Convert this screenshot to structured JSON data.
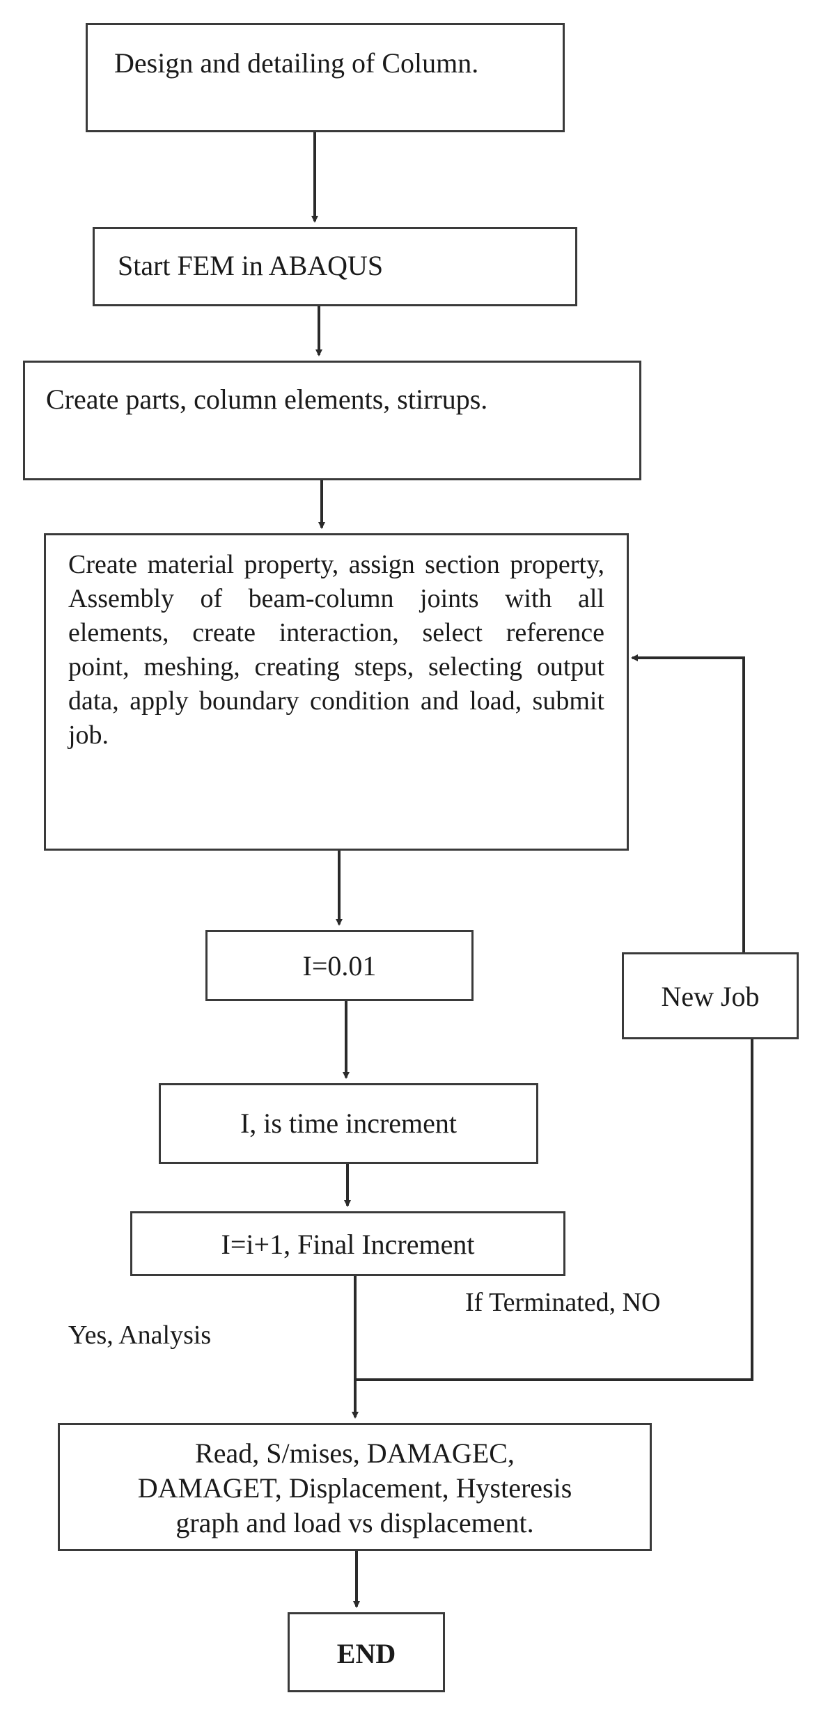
{
  "flowchart": {
    "steps": {
      "design": "Design and detailing of Column.",
      "start_fem": "Start FEM in ABAQUS",
      "create_parts": "Create parts, column elements, stirrups.",
      "material": "Create material property, assign section property, Assembly of beam-column joints with all elements, create interaction, select reference point, meshing, creating steps, selecting output data, apply boundary condition and load, submit job.",
      "init_increment": "I=0.01",
      "time_increment": "I, is time increment",
      "final_increment": "I=i+1, Final Increment",
      "results_line1": "Read, S/mises, DAMAGEC,",
      "results_line2": "DAMAGET, Displacement, Hysteresis",
      "results_line3": "graph and load vs displacement.",
      "end": "END",
      "new_job": "New Job"
    },
    "labels": {
      "yes": "Yes, Analysis",
      "no": "If Terminated, NO"
    },
    "colors": {
      "line": "#2a2a2a",
      "border": "#3a3a3a"
    }
  }
}
